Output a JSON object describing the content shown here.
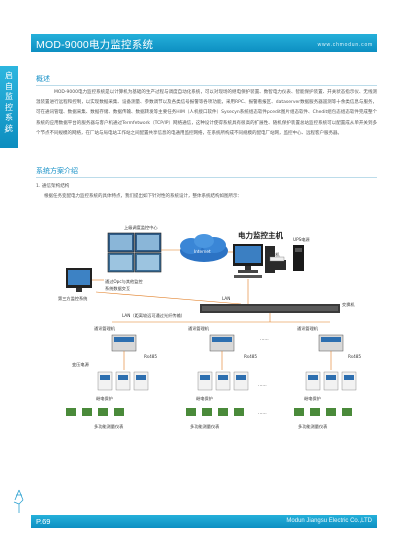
{
  "header": {
    "title": "MOD-9000电力监控系统",
    "url": "www.chmodun.com"
  },
  "side_tab": {
    "label": "启\n自\n监\n控\n系\n统",
    "arrow": ">"
  },
  "overview": {
    "title": "概述",
    "body": "MOD-9000电力监控系统是以计算机为基础的生产过程与调度自动化系统，可以对现场的继电保护装置、数智电力仪表、智能保护装置、开关状态指示仪、无线测温装置进行远程和控制，以实现数据采集、设备测量、参数调节以及各类信号报警等各项功能，采用RPC、报警看报区、dataserver数据服务器遥测等十余类信息与服务，可在通讯管理、数据采集、数据存储、数据传输、数据转发等主要任务HIM（人机接口软件）Sysecyn系统组态软件pcedit图片组态软件、Chedit组包态组态软件完成整个系统的应用数据平台的服务器与客户机通过Termfetwork（TCP/IP）网络通信，这种设计使得系统具有很高的扩展性、随机保护装置总站监控系统可以配置成从单开关到多个节点不同规模的网络，在厂站与局电站工作站之间配置共享信息的电通用监控网络，在系统所构成不同规模的配电厂站网，监控中心、远程客户服务器。"
  },
  "scheme": {
    "title": "系统方案介绍",
    "subhead": "1. 通信架构结构",
    "description": "根据任务变配电力监控系统的具体特点，我们提出如下针对性的系统设计，整体系统结构如图所示："
  },
  "diagram": {
    "center_label": "上级调度监控中心",
    "main_title": "电力监控主机",
    "internet_label": "Internet",
    "ups_label": "UPS电源",
    "printer_label": "打印机",
    "opc_label": "通过Opc与其他监控系统数据交互",
    "third_party_label": "第三方监控系统",
    "lan1_label": "LAN",
    "switch_label": "交换机",
    "lan2_label": "LAN（距离较远可通过光纤传输）",
    "comm_manager_label": "通讯管理机",
    "rs485_label": "Rs485",
    "ellipsis": "......",
    "relay_label": "继电保护",
    "meter_label": "多功能测量仪表",
    "transformer_label": "变压电源"
  },
  "footer": {
    "page": "P.69",
    "company": "Modun Jiangsu Electric Co.,LTD"
  },
  "colors": {
    "accent": "#1690c7",
    "header": "#25b0da"
  }
}
